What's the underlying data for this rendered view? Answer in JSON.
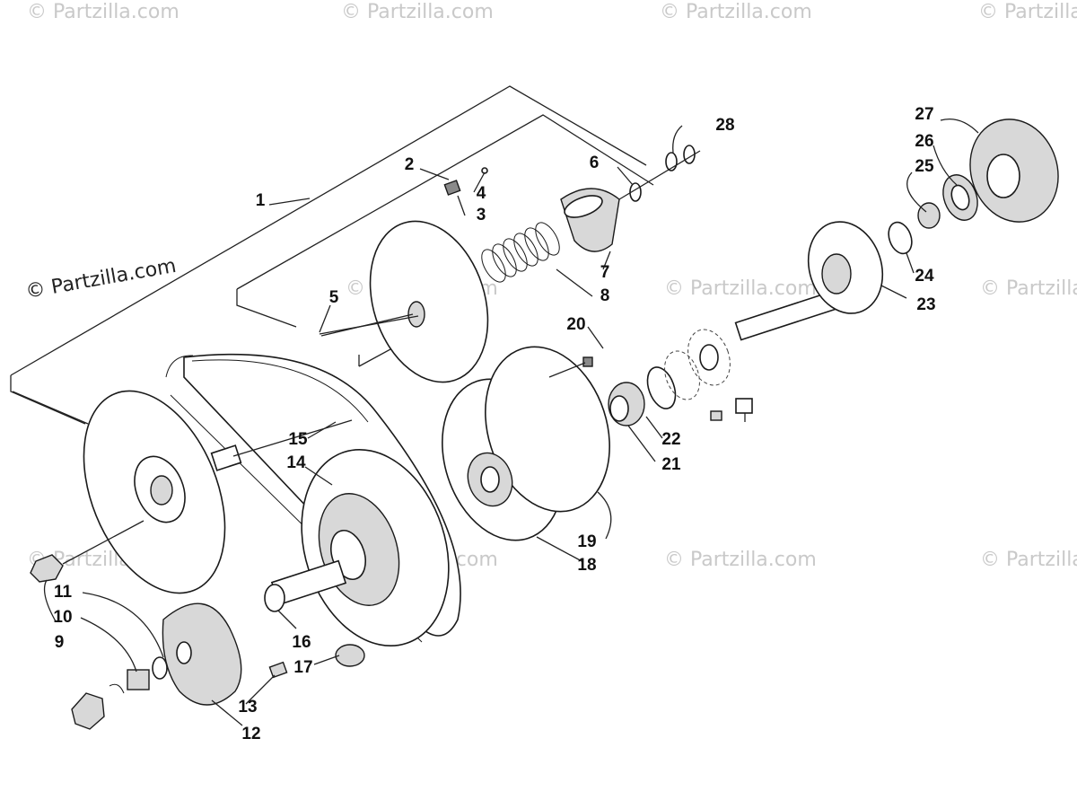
{
  "watermark_text": "© Partzilla.com",
  "copyright_text": "© Partzilla.com",
  "callouts": [
    "1",
    "2",
    "3",
    "4",
    "5",
    "6",
    "7",
    "8",
    "9",
    "10",
    "11",
    "12",
    "13",
    "14",
    "15",
    "16",
    "17",
    "18",
    "19",
    "20",
    "21",
    "22",
    "23",
    "24",
    "25",
    "26",
    "27",
    "28"
  ],
  "colors": {
    "line": "#222222",
    "fill_light": "#d8d8d8",
    "fill_dark": "#8a8a8a",
    "watermark": "#c9c9c9"
  }
}
